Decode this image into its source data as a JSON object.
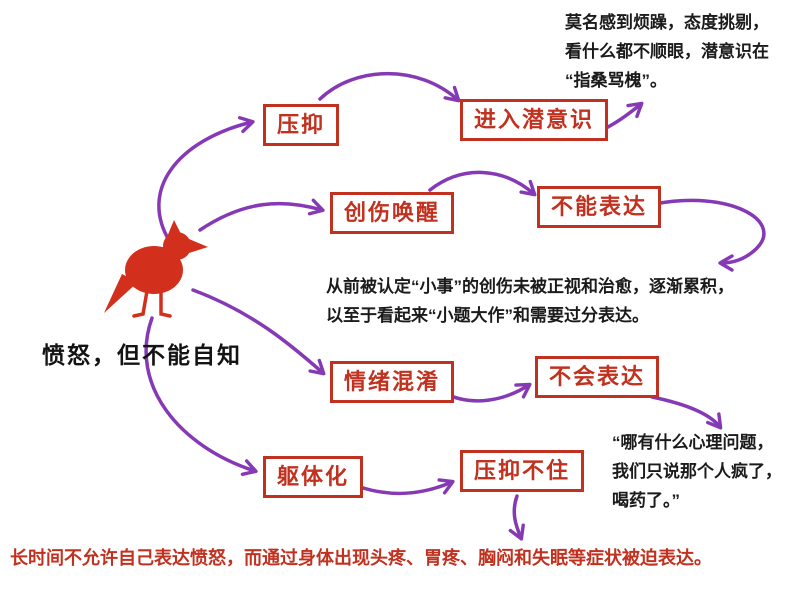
{
  "diagram": {
    "center_label": "愤怒，但不能自知",
    "nodes": [
      {
        "id": "suppression",
        "label": "压抑"
      },
      {
        "id": "enter-subconscious",
        "label": "进入潜意识"
      },
      {
        "id": "trauma-awakened",
        "label": "创伤唤醒"
      },
      {
        "id": "cannot-express",
        "label": "不能表达"
      },
      {
        "id": "emotion-confusion",
        "label": "情绪混淆"
      },
      {
        "id": "unable-to-express",
        "label": "不会表达"
      },
      {
        "id": "somatization",
        "label": "躯体化"
      },
      {
        "id": "cannot-hold-back",
        "label": "压抑不住"
      }
    ],
    "annotations": {
      "top_right": {
        "lines": [
          "莫名感到烦躁，态度挑剔，",
          "看什么都不顺眼，潜意识在",
          "“指桑骂槐”。"
        ]
      },
      "middle": {
        "lines": [
          "从前被认定“小事”的创伤未被正视和治愈，逐渐累积，",
          "以至于看起来“小题大作”和需要过分表达。"
        ]
      },
      "right": {
        "lines": [
          "“哪有什么心理问题，",
          "我们只说那个人疯了，",
          "喝药了。”"
        ]
      },
      "bottom": {
        "lines": [
          "长时间不允许自己表达愤怒，而通过身体出现头疼、胃疼、胸闷和失眠等症状被迫表达。"
        ]
      }
    },
    "colors": {
      "box_red": "#c0321f",
      "arrow_purple": "#8639b5",
      "text_black": "#1b1b1b",
      "bird_red": "#d2301c"
    }
  }
}
